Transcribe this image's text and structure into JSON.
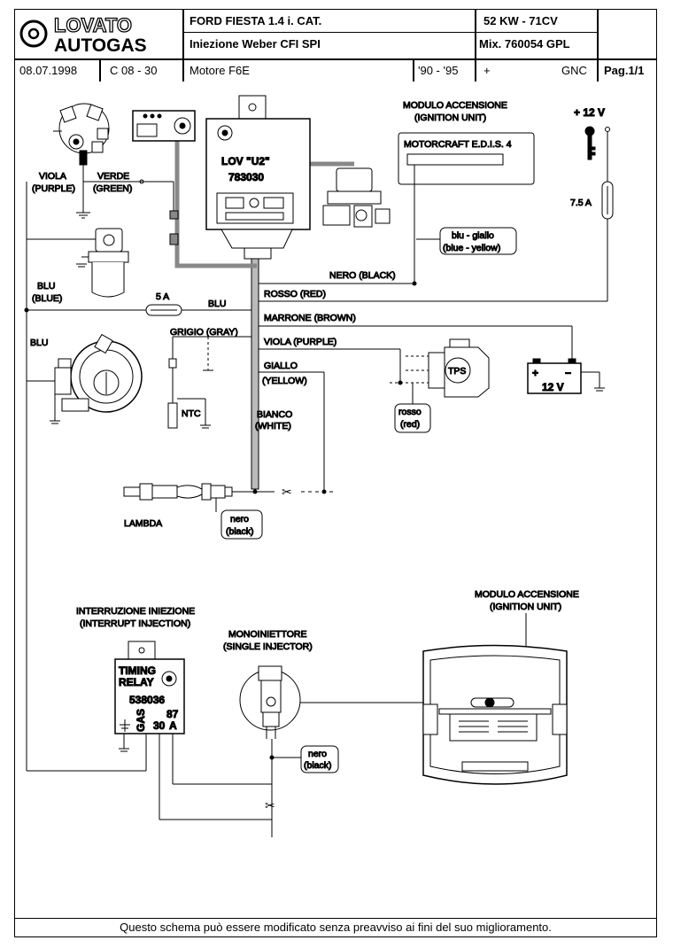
{
  "header": {
    "brand_top": "LOVATO",
    "brand_bottom": "AUTOGAS",
    "model": "FORD FIESTA  1.4 i.  CAT.",
    "injection": "Iniezione  Weber   CFI     SPI",
    "power": "52 KW - 71CV",
    "mixer": "Mix.  760054 GPL",
    "date": "08.07.1998",
    "code": "C 08 - 30",
    "engine": "Motore   F6E",
    "years": "'90 - '95",
    "plus": "+",
    "fuel": "GNC",
    "page": "Pag.1/1"
  },
  "labels": {
    "viola_purple": [
      "VIOLA",
      "(PURPLE)"
    ],
    "verde_green": [
      "VERDE",
      "(GREEN)"
    ],
    "blu_blue": [
      "BLU",
      "(BLUE)"
    ],
    "blu_left": "BLU",
    "blu_line": "BLU",
    "fuse_5a": "5 A",
    "fuse_75a": "7.5 A",
    "plus12": "+ 12 V",
    "ecu_name": "LOV \"U2\"",
    "ecu_code": "783030",
    "ign_module_top": [
      "MODULO ACCENSIONE",
      "(IGNITION UNIT)"
    ],
    "motorcraft": "MOTORCRAFT E.D.I.S. 4",
    "blu_giallo": [
      "blu - giallo",
      "(blue - yellow)"
    ],
    "nero_black": "NERO (BLACK)",
    "rosso_red": "ROSSO (RED)",
    "marrone": "MARRONE (BROWN)",
    "grigio": "GRIGIO (GRAY)",
    "viola_purple2": "VIOLA (PURPLE)",
    "giallo": [
      "GIALLO",
      "(YELLOW)"
    ],
    "bianco": [
      "BIANCO",
      "(WHITE)"
    ],
    "ntc": "NTC",
    "tps": "TPS",
    "battery": "12 V",
    "battery_plus": "+",
    "battery_minus": "−",
    "rosso_small": [
      "rosso",
      "(red)"
    ],
    "lambda": "LAMBDA",
    "nero_small": [
      "nero",
      "(black)"
    ],
    "interruzione": [
      "INTERRUZIONE INIEZIONE",
      "(INTERRUPT INJECTION)"
    ],
    "relay": [
      "TIMING",
      "RELAY",
      "538036"
    ],
    "relay_pins": [
      "GAS",
      "87",
      "30",
      "A"
    ],
    "monoiniettore": [
      "MONOINIETTORE",
      "(SINGLE INJECTOR)"
    ],
    "ign_module_bottom": [
      "MODULO ACCENSIONE",
      "(IGNITION UNIT)"
    ],
    "nero_small2": [
      "nero",
      "(black)"
    ]
  },
  "footer": "Questo schema può essere modificato senza preavviso ai fini del suo miglioramento."
}
